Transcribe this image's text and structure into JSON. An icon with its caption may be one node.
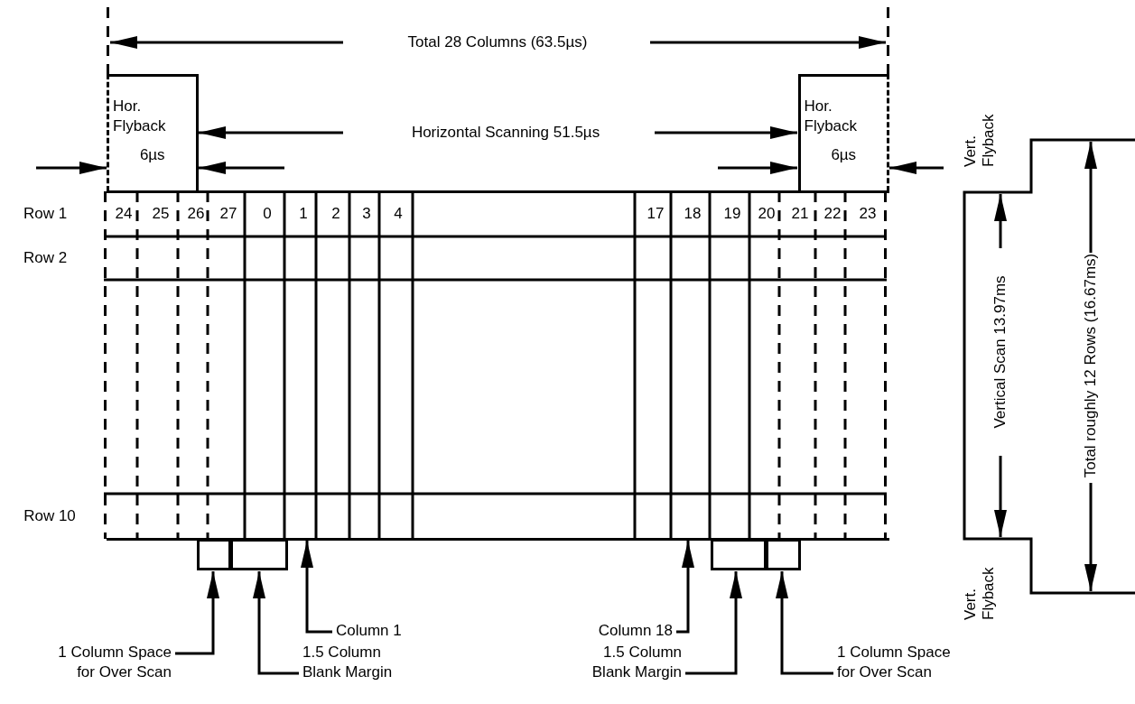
{
  "diagram": {
    "nodes": [
      {
        "text": [
          "Hor. Flyback",
          "6µs"
        ]
      },
      {
        "text": [
          "Hor. Flyback",
          "6µs"
        ]
      },
      {
        "text": [],
        "shape": "box"
      },
      {
        "text": [],
        "shape": "box"
      },
      {
        "text": [],
        "shape": "box"
      },
      {
        "text": [],
        "shape": "box"
      },
      {
        "text": [],
        "shape": "box"
      },
      {
        "text": [
          "1 Column Space for Over Scan"
        ]
      },
      {
        "text": [
          "1.5 Column Blank Margin"
        ]
      },
      {
        "text": [
          "Column 1"
        ]
      },
      {
        "text": [
          "Column 18"
        ]
      },
      {
        "text": [
          "1.5 Column Blank Margin"
        ]
      },
      {
        "text": [
          "1 Column Space for Over Scan"
        ]
      }
    ],
    "edges": [
      {
        "from": 7,
        "to": 3,
        "arrow": "to"
      },
      {
        "from": 8,
        "to": 4,
        "arrow": "to"
      },
      {
        "from": 9,
        "to": 2,
        "arrow": "to"
      },
      {
        "from": 10,
        "to": 2,
        "arrow": "to"
      },
      {
        "from": 11,
        "to": 5,
        "arrow": "to"
      },
      {
        "from": 12,
        "to": 6,
        "arrow": "to"
      }
    ],
    "labels": [
      "Total 28 Columns (63.5µs)",
      "Horizontal Scanning 51.5µs",
      "Row 1",
      "24",
      "25",
      "26",
      "27",
      "0",
      "1",
      "2",
      "3",
      "4",
      "17",
      "18",
      "19",
      "20",
      "21",
      "22",
      "23",
      "Vert. Flyback",
      "Row 2",
      "Vertical Scan 13.97ms",
      "Total roughly 12 Rows (16.67ms)",
      "Row 10",
      "Vert. Flyback"
    ]
  }
}
